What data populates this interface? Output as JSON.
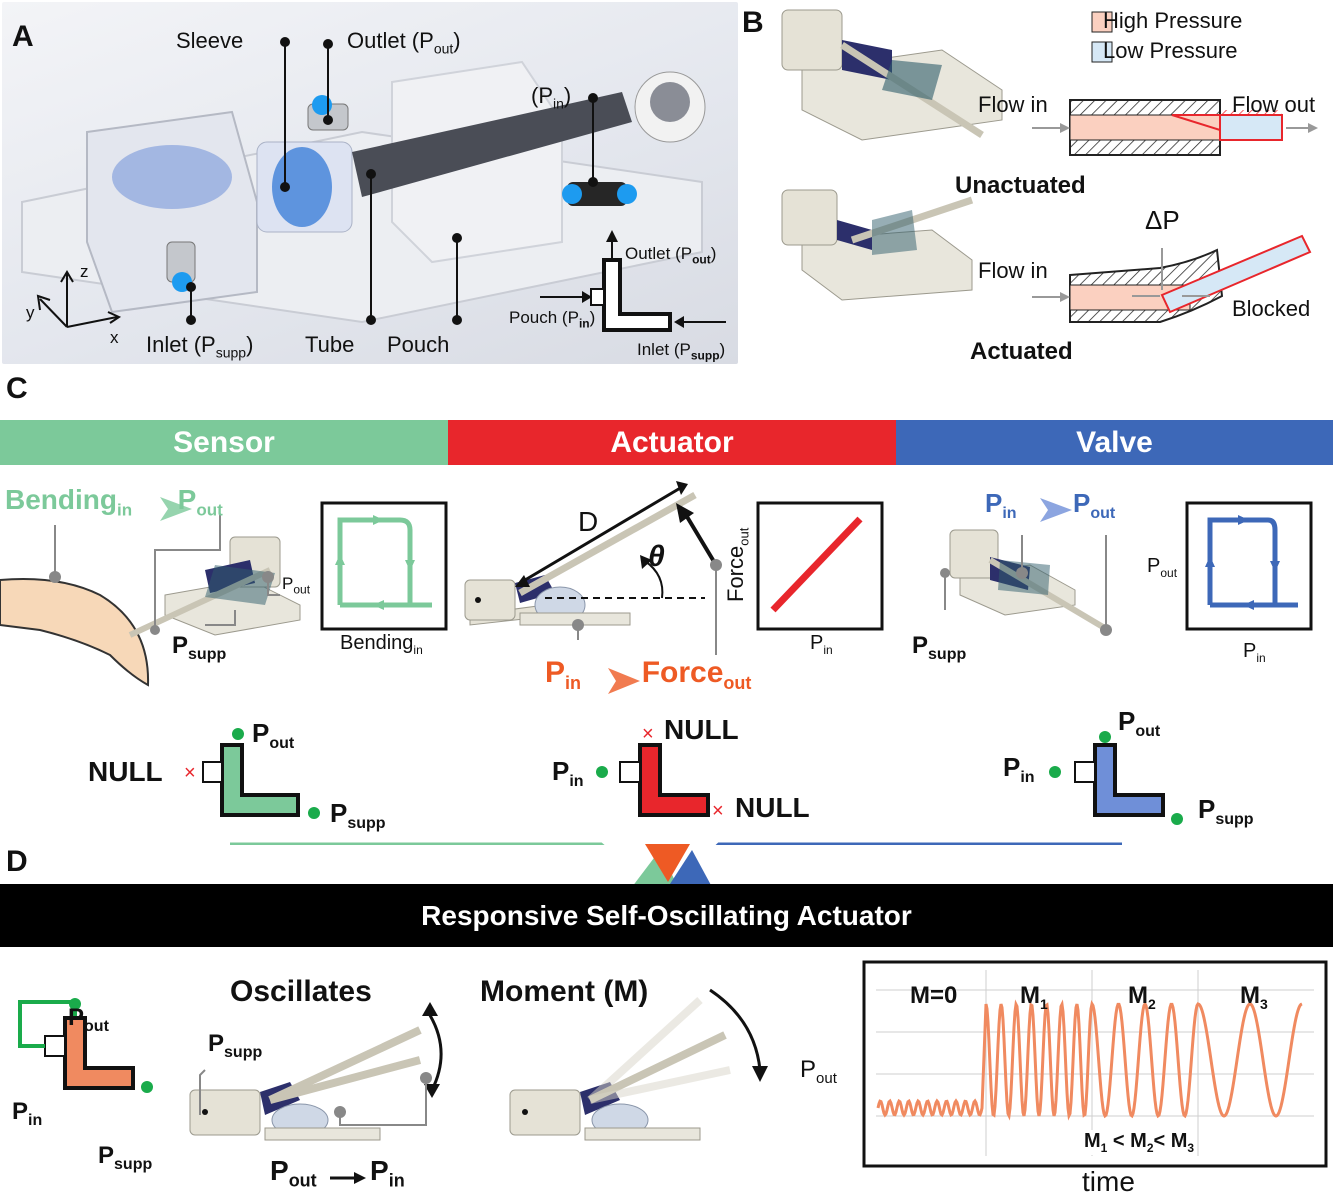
{
  "colors": {
    "sensor": "#7cc99a",
    "actuator": "#e8262c",
    "valve": "#3d68b8",
    "orange": "#f08a60",
    "high_pressure": "#fbd0c0",
    "low_pressure": "#d6e8f6"
  },
  "panel_a": {
    "letter": "A",
    "labels": {
      "sleeve": "Sleeve",
      "outlet": "Outlet (P",
      "outlet_sub": "out",
      ")": ")",
      "pin": "(P",
      "pin_sub": "in",
      "inlet": "Inlet (P",
      "inlet_sub": "supp",
      "tube": "Tube",
      "pouch": "Pouch",
      "axis_z": "z",
      "axis_y": "y",
      "axis_x": "x"
    },
    "symbol": {
      "outlet": "Outlet (P",
      "outlet_sub": "out",
      "pouch": "Pouch (P",
      "pouch_sub": "in",
      "inlet": "Inlet (P",
      "inlet_sub": "supp"
    }
  },
  "panel_b": {
    "letter": "B",
    "legend": {
      "high": "High Pressure",
      "low": "Low Pressure"
    },
    "flow_in": "Flow in",
    "flow_out": "Flow out",
    "unactuated": "Unactuated",
    "flow_in2": "Flow in",
    "delta_p": "ΔP",
    "blocked": "Blocked",
    "actuated": "Actuated"
  },
  "panel_c": {
    "letter": "C",
    "bands": {
      "sensor": "Sensor",
      "actuator": "Actuator",
      "valve": "Valve"
    },
    "sensor": {
      "in": "Bending",
      "in_sub": "in",
      "out": "P",
      "out_sub": "out",
      "plot_y": "P",
      "plot_y_sub": "out",
      "plot_x": "Bending",
      "plot_x_sub": "in",
      "psupp": "P",
      "psupp_sub": "supp"
    },
    "actuator": {
      "d": "D",
      "theta": "θ",
      "plot_y": "Force",
      "plot_y_sub": "out",
      "plot_x": "P",
      "plot_x_sub": "in",
      "in": "P",
      "in_sub": "in",
      "out": "Force",
      "out_sub": "out"
    },
    "valve": {
      "in": "P",
      "in_sub": "in",
      "out": "P",
      "out_sub": "out",
      "plot_y": "P",
      "plot_y_sub": "out",
      "plot_x": "P",
      "plot_x_sub": "in",
      "psupp": "P",
      "psupp_sub": "supp"
    },
    "symbols": {
      "sensor": {
        "left": "NULL",
        "top": "P",
        "top_sub": "out",
        "right": "P",
        "right_sub": "supp"
      },
      "actuator": {
        "top": "NULL",
        "left": "P",
        "left_sub": "in",
        "right": "NULL"
      },
      "valve": {
        "top": "P",
        "top_sub": "out",
        "left": "P",
        "left_sub": "in",
        "right": "P",
        "right_sub": "supp"
      }
    }
  },
  "panel_d": {
    "letter": "D",
    "banner": "Responsive Self-Oscillating Actuator",
    "symbol": {
      "top": "P",
      "top_sub": "out",
      "left": "P",
      "left_sub": "in",
      "right": "P",
      "right_sub": "supp"
    },
    "oscillates": "Oscillates",
    "psupp": "P",
    "psupp_sub": "supp",
    "pout": "P",
    "pout_sub": "out",
    "pin": "P",
    "pin_sub": "in",
    "moment": "Moment (M)",
    "chart": {
      "y": "P",
      "y_sub": "out",
      "x": "time",
      "m0": "M=0",
      "m1": "M",
      "m1_sub": "1",
      "m2": "M",
      "m2_sub": "2",
      "m3": "M",
      "m3_sub": "3",
      "rel": "M",
      "rel_1": "1",
      "rel_lt": " < M",
      "rel_2": "2",
      "rel_lt2": "< M",
      "rel_3": "3"
    }
  }
}
